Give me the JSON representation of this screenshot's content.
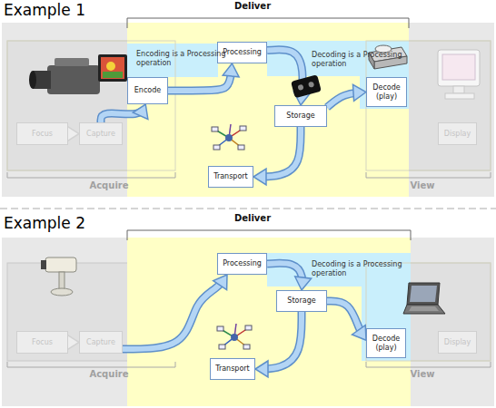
{
  "diagram": {
    "nodes": [
      {
        "text": [
          "Focus"
        ]
      },
      {
        "text": [
          "Capture"
        ]
      },
      {
        "text": [
          "Encode"
        ]
      },
      {
        "text": [
          "Processing"
        ]
      },
      {
        "text": [
          "Storage"
        ]
      },
      {
        "text": [
          "Transport"
        ]
      },
      {
        "text": [
          "Decode (play)"
        ]
      },
      {
        "text": [
          "Display"
        ]
      },
      {
        "text": [
          "Focus"
        ]
      },
      {
        "text": [
          "Capture"
        ]
      },
      {
        "text": [
          "Processing"
        ]
      },
      {
        "text": [
          "Storage"
        ]
      },
      {
        "text": [
          "Transport"
        ]
      },
      {
        "text": [
          "Decode (play)"
        ]
      },
      {
        "text": [
          "Display"
        ]
      }
    ],
    "edges": [
      {
        "from": 0,
        "to": 1,
        "arrow": "to"
      },
      {
        "from": 1,
        "to": 2,
        "arrow": "to"
      },
      {
        "from": 2,
        "to": 3,
        "arrow": "to"
      },
      {
        "from": 3,
        "to": 4,
        "arrow": "to"
      },
      {
        "from": 4,
        "to": 6,
        "arrow": "to"
      },
      {
        "from": 4,
        "to": 5,
        "arrow": "to"
      },
      {
        "from": 8,
        "to": 9,
        "arrow": "to"
      },
      {
        "from": 9,
        "to": 10,
        "arrow": "to"
      },
      {
        "from": 10,
        "to": 11,
        "arrow": "to"
      },
      {
        "from": 11,
        "to": 12,
        "arrow": "to"
      },
      {
        "from": 11,
        "to": 13,
        "arrow": "to"
      }
    ],
    "labels": [
      "Example 1",
      "Deliver",
      "Encoding is a Processing operation",
      "Decoding is a Processing operation",
      "Acquire",
      "View",
      "Example 2",
      "Deliver",
      "Decoding is a Processing operation",
      "Acquire",
      "View"
    ]
  }
}
